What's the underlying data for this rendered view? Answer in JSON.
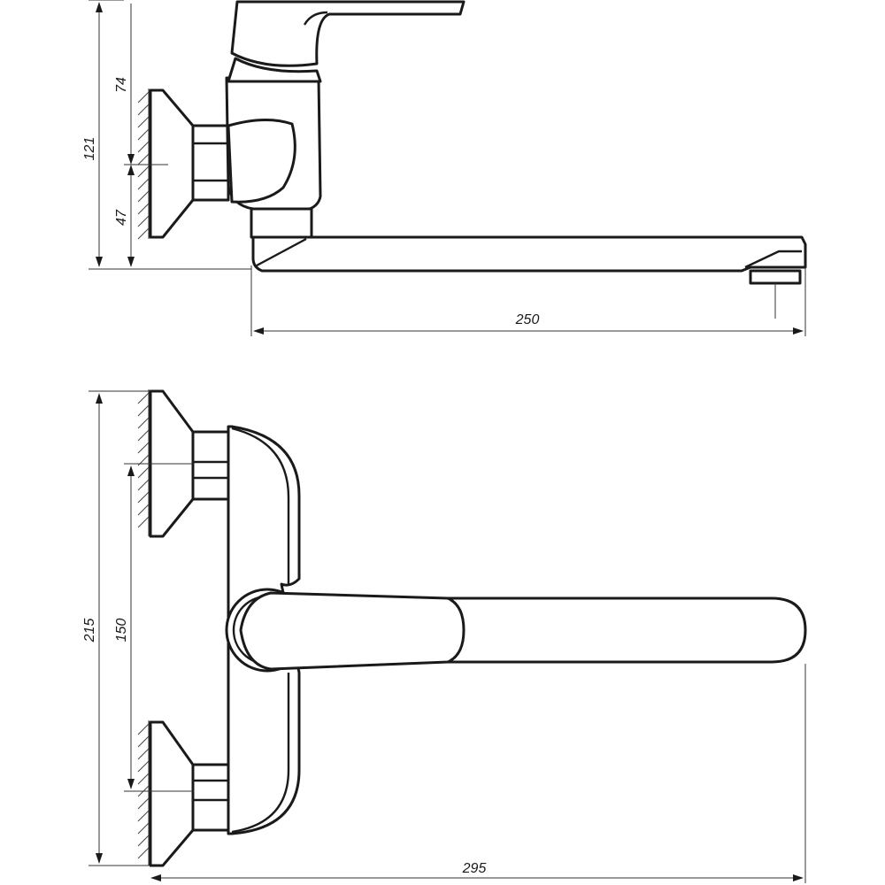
{
  "dimensions": {
    "side_total_height": "121",
    "side_upper_height": "74",
    "side_lower_height": "47",
    "side_spout_length": "250",
    "top_total_height": "215",
    "top_inlet_spacing": "150",
    "top_total_length": "295"
  }
}
